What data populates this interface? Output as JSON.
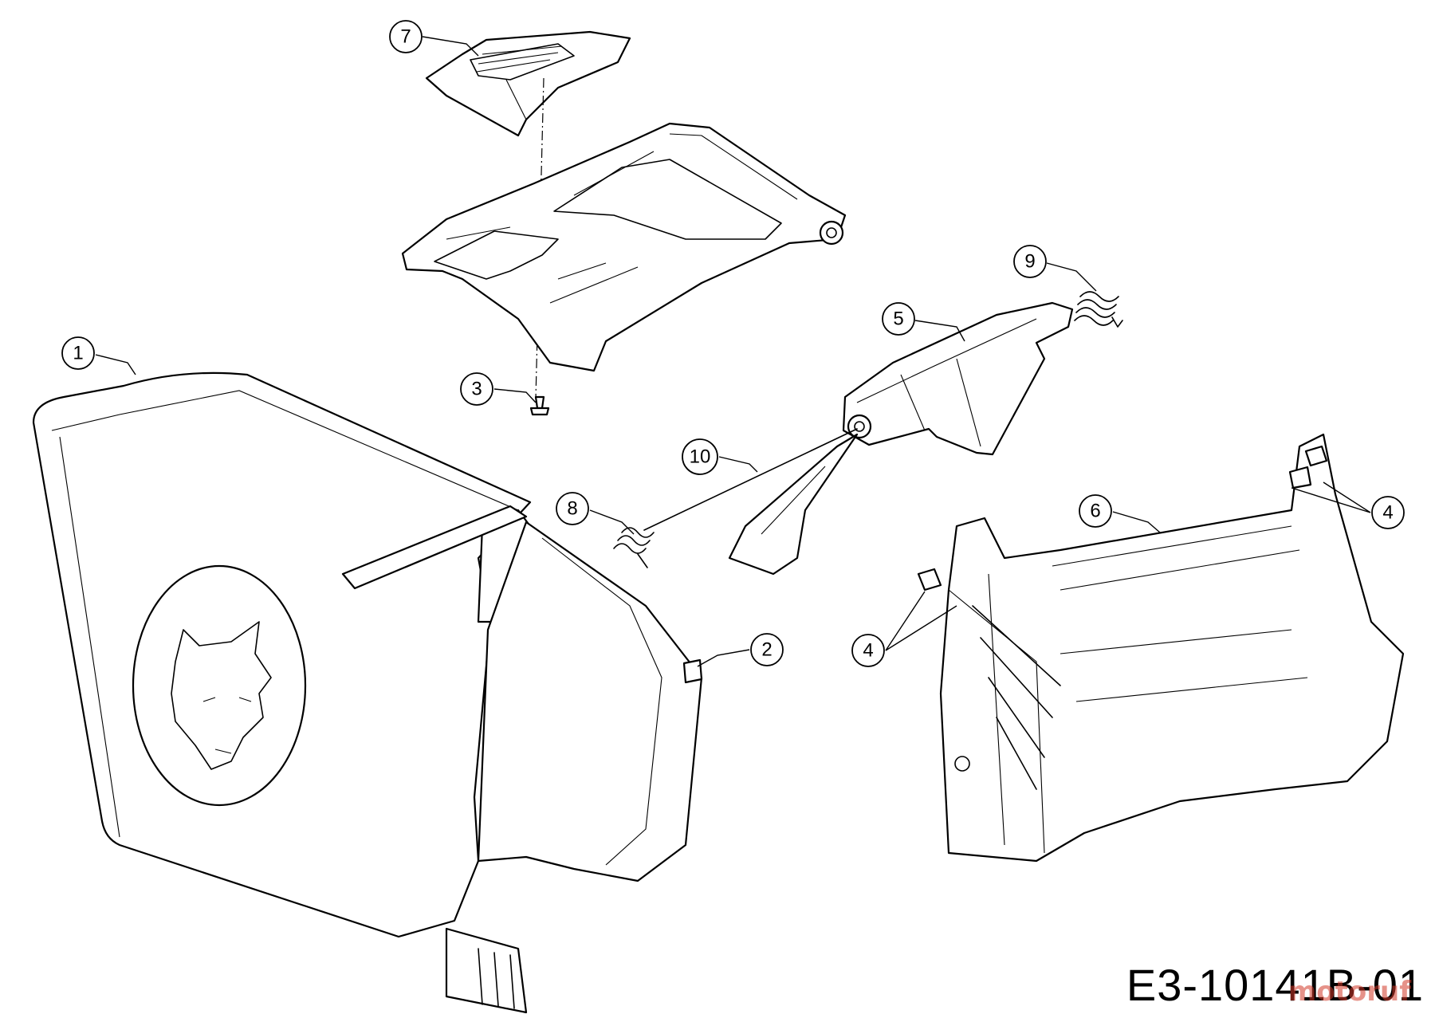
{
  "callouts": [
    {
      "id": "callout-1",
      "label": "1"
    },
    {
      "id": "callout-2",
      "label": "2"
    },
    {
      "id": "callout-3",
      "label": "3"
    },
    {
      "id": "callout-4a",
      "label": "4"
    },
    {
      "id": "callout-4b",
      "label": "4"
    },
    {
      "id": "callout-5",
      "label": "5"
    },
    {
      "id": "callout-6",
      "label": "6"
    },
    {
      "id": "callout-7",
      "label": "7"
    },
    {
      "id": "callout-8",
      "label": "8"
    },
    {
      "id": "callout-9",
      "label": "9"
    },
    {
      "id": "callout-10",
      "label": "10"
    }
  ],
  "drawing_code": "E3-10141B-01",
  "watermark": "motoruf"
}
